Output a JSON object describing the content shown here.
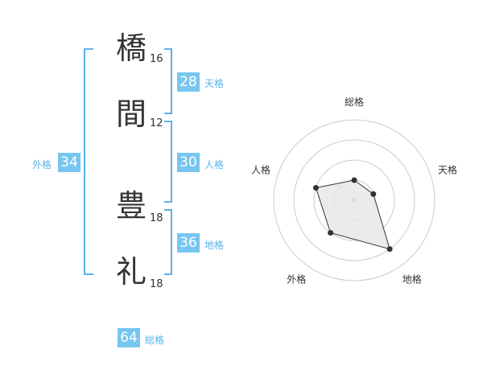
{
  "name": {
    "chars": [
      {
        "char": "橋",
        "strokes": "16"
      },
      {
        "char": "間",
        "strokes": "12"
      },
      {
        "char": "豊",
        "strokes": "18"
      },
      {
        "char": "礼",
        "strokes": "18"
      }
    ]
  },
  "kaku": {
    "tenkaku": {
      "label": "天格",
      "value": "28"
    },
    "jinkaku": {
      "label": "人格",
      "value": "30"
    },
    "chikaku": {
      "label": "地格",
      "value": "36"
    },
    "gaikaku": {
      "label": "外格",
      "value": "34"
    },
    "soukaku": {
      "label": "総格",
      "value": "64"
    }
  },
  "chart_data": {
    "type": "radar",
    "axes": [
      "総格",
      "天格",
      "地格",
      "外格",
      "人格"
    ],
    "values": [
      1,
      1,
      3,
      2,
      2
    ],
    "range": [
      0,
      4
    ],
    "rings": 4,
    "colors": {
      "fill": "#e6e6e6",
      "stroke": "#333333",
      "grid": "#cccccc",
      "point": "#333333"
    }
  }
}
